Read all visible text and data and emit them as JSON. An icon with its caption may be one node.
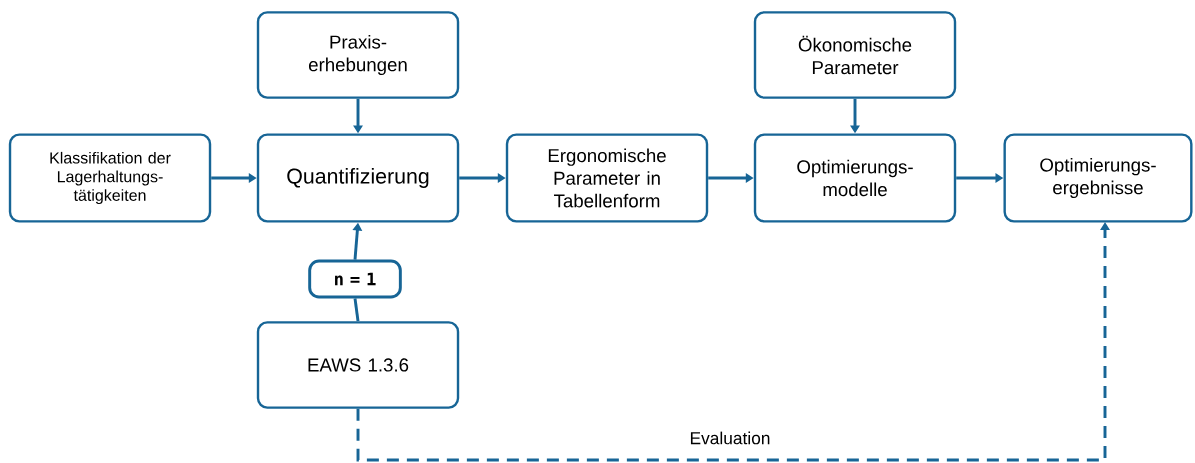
{
  "diagram": {
    "nodes": [
      {
        "text": [
          "Klassifikation der Lagerhaltungs-tätigkeiten"
        ]
      },
      {
        "text": [
          "Praxis-erhebungen"
        ]
      },
      {
        "text": [
          "Quantifizierung"
        ]
      },
      {
        "text": [
          "Ergonomische Parameter in Tabellenform"
        ]
      },
      {
        "text": [
          "Ökonomische Parameter"
        ]
      },
      {
        "text": [
          "Optimierungs-modelle"
        ]
      },
      {
        "text": [
          "Optimierungs-ergebnisse"
        ]
      },
      {
        "text": [
          "n = 1"
        ]
      },
      {
        "text": [
          "EAWS 1.3.6"
        ]
      }
    ],
    "edges": [
      {
        "from": 0,
        "to": 2,
        "arrow": "to"
      },
      {
        "from": 1,
        "to": 2,
        "arrow": "to"
      },
      {
        "from": 2,
        "to": 3,
        "arrow": "to"
      },
      {
        "from": 3,
        "to": 5,
        "arrow": "to"
      },
      {
        "from": 4,
        "to": 5,
        "arrow": "to"
      },
      {
        "from": 5,
        "to": 6,
        "arrow": "to"
      },
      {
        "from": 8,
        "to": 7,
        "arrow": "none"
      },
      {
        "from": 7,
        "to": 2,
        "arrow": "to"
      },
      {
        "from": 8,
        "to": 6,
        "arrow": "to",
        "style": "dashed",
        "label": "Evaluation"
      }
    ]
  }
}
